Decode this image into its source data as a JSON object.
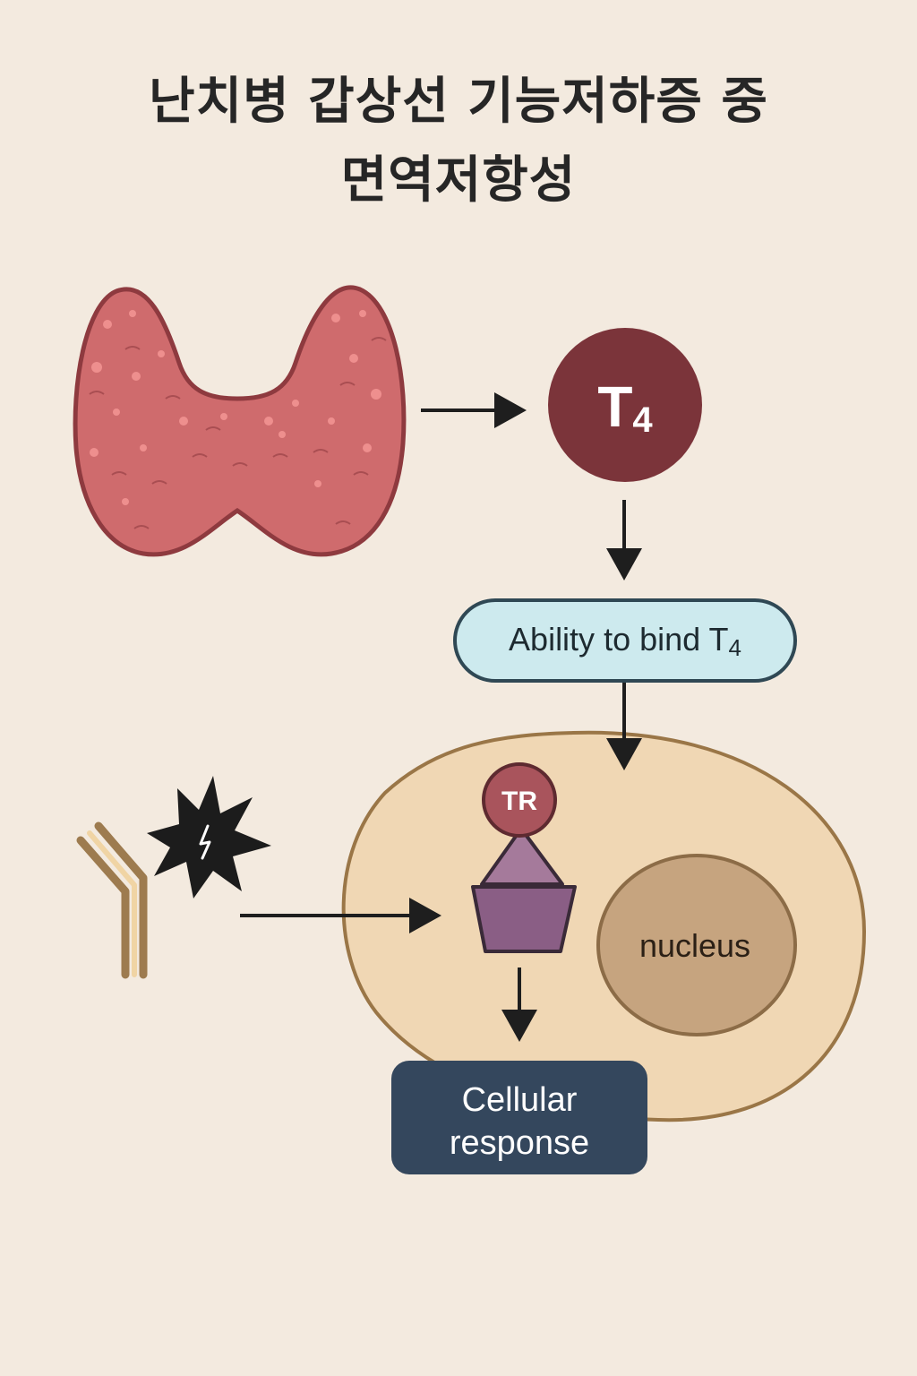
{
  "title": {
    "line1": "난치병 갑상선 기능저하증 중",
    "line2": "면역저항성"
  },
  "hormone": {
    "main": "T",
    "subscript": "4"
  },
  "binding_box": {
    "text": "Ability to bind T",
    "subscript": "4"
  },
  "receptor": {
    "label": "TR"
  },
  "nucleus": {
    "label": "nucleus"
  },
  "response": {
    "line1": "Cellular",
    "line2": "response"
  },
  "colors": {
    "background": "#f3eadf",
    "thyroid": "#cf6b6d",
    "hormone_circle": "#7b343a",
    "binding_box": "#cdeaee",
    "cell": "#f0d7b4",
    "nucleus": "#c6a47f",
    "receptor": "#8a5e85",
    "response_box": "#34475d"
  }
}
